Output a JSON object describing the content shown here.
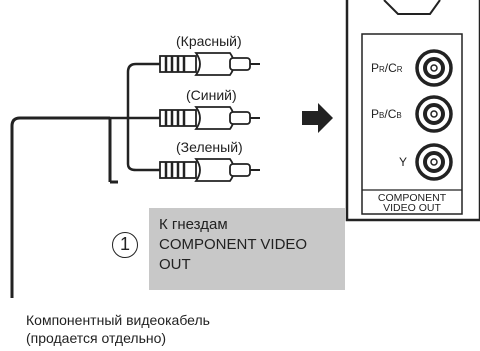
{
  "plugs": [
    {
      "color_label": "(Красный)"
    },
    {
      "color_label": "(Синий)"
    },
    {
      "color_label": "(Зеленый)"
    }
  ],
  "device": {
    "jacks": [
      {
        "label_main": "P",
        "label_sub": "R",
        "label_sep": "/C",
        "label_sub2": "R"
      },
      {
        "label_main": "P",
        "label_sub": "B",
        "label_sep": "/C",
        "label_sub2": "B"
      },
      {
        "label_main": "Y",
        "label_sub": "",
        "label_sep": "",
        "label_sub2": ""
      }
    ],
    "panel_label_line1": "COMPONENT",
    "panel_label_line2": "VIDEO OUT"
  },
  "step": {
    "number": "1",
    "callout_line1": "К гнездам",
    "callout_line2": "COMPONENT VIDEO",
    "callout_line3": "OUT"
  },
  "cable": {
    "caption_line1": "Компонентный видеокабель",
    "caption_line2": "(продается отдельно)"
  },
  "colors": {
    "line": "#222222",
    "callout_bg": "#c8c8c8",
    "background": "#ffffff"
  }
}
